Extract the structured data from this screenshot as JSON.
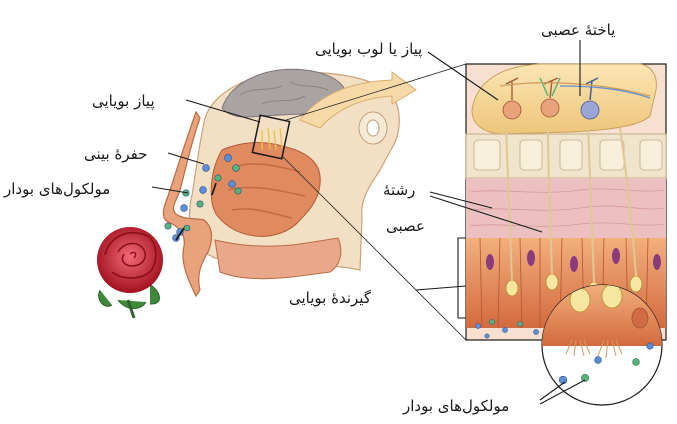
{
  "labels": {
    "olfactory_bulb_panel": "پیاز یا لوب بویایی",
    "nerve_cell": "یاختهٔ عصبی",
    "olfactory_bulb": "پیاز بویایی",
    "nasal_cavity": "حفرهٔ بینی",
    "odor_molecules_left": "مولکول‌های بودار",
    "nerve_fiber_line1": "رشتهٔ",
    "nerve_fiber_line2": "عصبی",
    "olfactory_receptor": "گیرندهٔ بویایی",
    "odor_molecules_bottom": "مولکول‌های بودار"
  },
  "colors": {
    "skin": "#e8a27c",
    "tissue_pink": "#ecc0c0",
    "bulb": "#f4d79a",
    "brain": "#a9a3a3",
    "molecule_blue": "#5b8fd6",
    "molecule_green": "#56b47a",
    "rose": "#d42437"
  }
}
